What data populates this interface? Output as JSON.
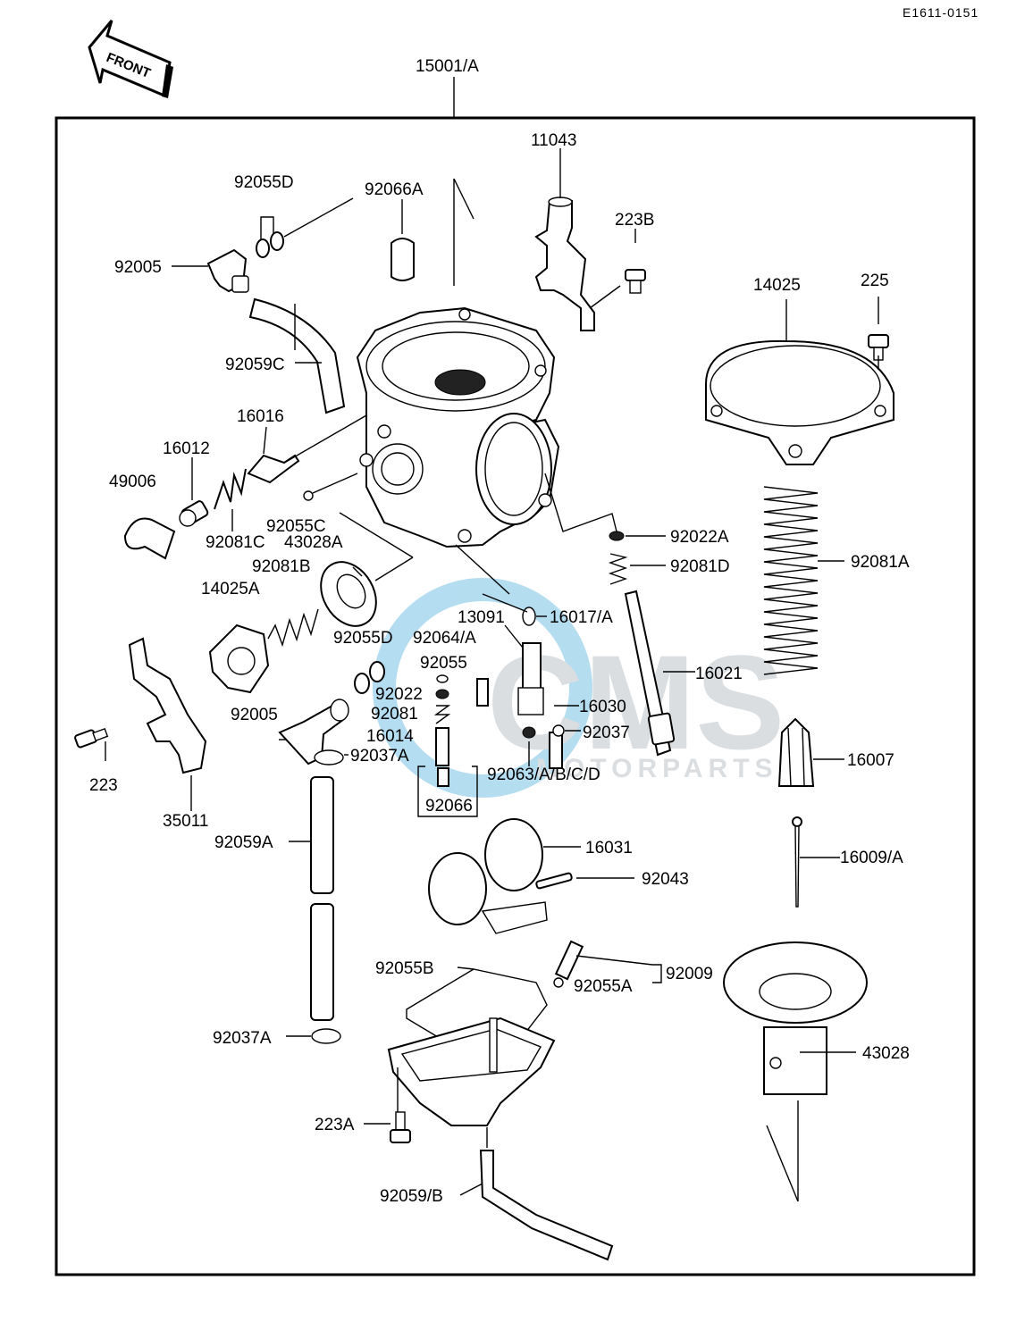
{
  "diagram_code": "E1611-0151",
  "front_label": "FRONT",
  "assembly_label": "15001/A",
  "watermark": {
    "brand": "CMS",
    "sub": "MOTORPARTS",
    "color": "#2a9fd6"
  },
  "callouts": {
    "c11043": "11043",
    "c223B": "223B",
    "c92055D_top": "92055D",
    "c92066A": "92066A",
    "c92005_top": "92005",
    "c14025": "14025",
    "c225": "225",
    "c92059C": "92059C",
    "c16016": "16016",
    "c16012": "16012",
    "c49006": "49006",
    "c92055C": "92055C",
    "c92081C": "92081C",
    "c43028A": "43028A",
    "c92022A": "92022A",
    "c92081B": "92081B",
    "c92081D": "92081D",
    "c92081A": "92081A",
    "c14025A": "14025A",
    "c13091": "13091",
    "c16017A": "16017/A",
    "c92055D_mid": "92055D",
    "c92064A": "92064/A",
    "c92055_mid": "92055",
    "c16021": "16021",
    "c92022": "92022",
    "c92005_mid": "92005",
    "c92081": "92081",
    "c16030": "16030",
    "c16014": "16014",
    "c92037": "92037",
    "c92037A_top": "92037A",
    "c92063": "92063/A/B/C/D",
    "c16007": "16007",
    "c223": "223",
    "c92066": "92066",
    "c35011": "35011",
    "c92059A": "92059A",
    "c16031": "16031",
    "c16009A": "16009/A",
    "c92043": "92043",
    "c92055B": "92055B",
    "c92009": "92009",
    "c92055A": "92055A",
    "c92037A_bot": "92037A",
    "c43028": "43028",
    "c223A": "223A",
    "c92059B": "92059/B"
  }
}
